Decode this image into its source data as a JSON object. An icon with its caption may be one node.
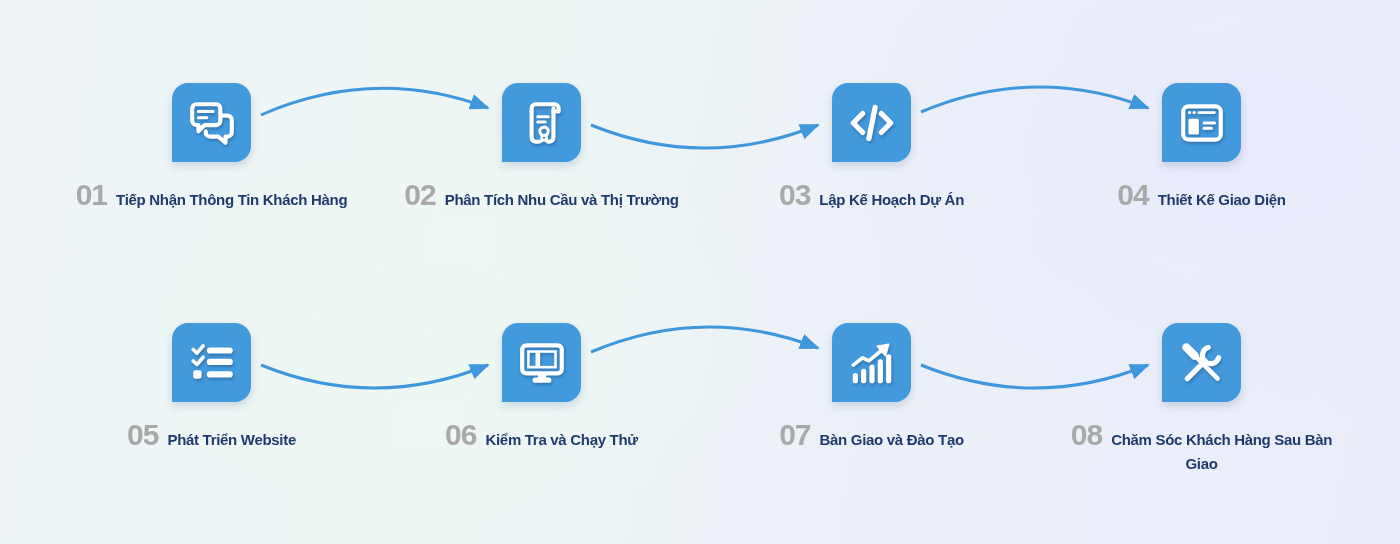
{
  "diagram": {
    "nodes": [
      {
        "text": [],
        "shape": "box",
        "beside": [
          "01",
          "Tiếp Nhận Thông Tin Khách Hàng"
        ]
      },
      {
        "text": [],
        "shape": "box",
        "beside": [
          "02",
          "Phân Tích Nhu Cầu và Thị Trường"
        ]
      },
      {
        "text": [],
        "shape": "box",
        "beside": [
          "03",
          "Lập Kế Hoạch Dự Án"
        ]
      },
      {
        "text": [],
        "shape": "box",
        "beside": [
          "04",
          "Thiết Kế Giao Diện"
        ]
      },
      {
        "text": [],
        "shape": "box",
        "beside": [
          "05",
          "Phát Triển Website"
        ]
      },
      {
        "text": [],
        "shape": "box",
        "beside": [
          "06",
          "Kiểm Tra và Chạy Thử"
        ]
      },
      {
        "text": [],
        "shape": "box",
        "beside": [
          "07",
          "Bàn Giao và Đào Tạo"
        ]
      },
      {
        "text": [],
        "shape": "box",
        "beside": [
          "08",
          "Chăm Sóc Khách Hàng Sau Bàn Giao"
        ]
      }
    ],
    "edges": [
      {
        "from": 0,
        "to": 1,
        "arrow": "to"
      },
      {
        "from": 1,
        "to": 2,
        "arrow": "to"
      },
      {
        "from": 2,
        "to": 3,
        "arrow": "to"
      },
      {
        "from": 4,
        "to": 5,
        "arrow": "to"
      },
      {
        "from": 5,
        "to": 6,
        "arrow": "to"
      },
      {
        "from": 6,
        "to": 7,
        "arrow": "to"
      }
    ]
  }
}
